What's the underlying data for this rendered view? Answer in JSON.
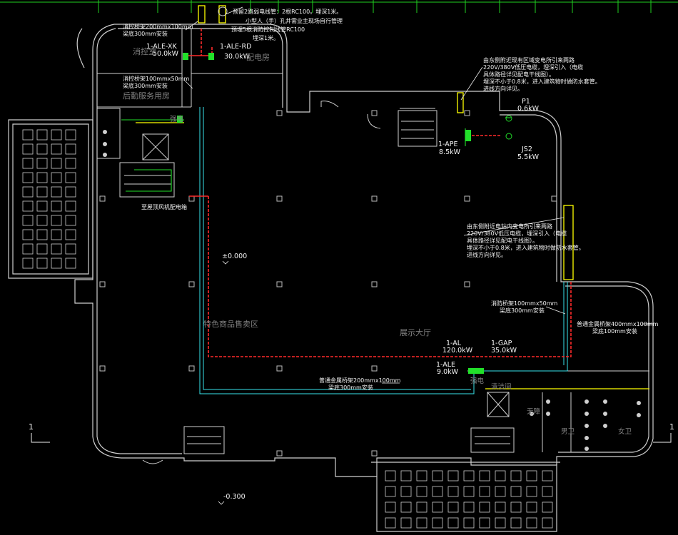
{
  "labels": {
    "cable_tray_top": "消控桥架200mmx100mm",
    "cable_tray_top_2": "梁底300mm安装",
    "panel_alexk": "1-ALE-XK",
    "panel_alexk_kw": "50.0kW",
    "panel_alerd": "1-ALE-RD",
    "panel_alerd_kw": "30.0kW",
    "top_note_1": "预留2路弱电线管：2根RC100。埋深1米。",
    "top_note_2": "小型人（手）孔井需业主现场自行管理",
    "top_note_3": "预埋5根消防控制线管RC100",
    "top_note_4": "埋深1米。",
    "cable_tray_mid": "消控桥架100mmx50mm",
    "cable_tray_mid_2": "梁底300mm安装",
    "room_logistics": "后勤服务用房",
    "room_control": "消控室",
    "room_dist": "配电房",
    "room_ele": "强电",
    "note_right_top_1": "由东侧附近现有区域变电所引来两路",
    "note_right_top_2": "220V/380V低压电缆，埋深引入（电缆",
    "note_right_top_3": "具体路径详见配电干线图）。",
    "note_right_top_4": "埋深不小于0.8米，进入建筑物时做防水套管。",
    "note_right_top_5": "进线方向详见。",
    "p1": "P1",
    "p1_kw": "0.6kW",
    "panel_ape": "1-APE",
    "panel_ape_kw": "8.5kW",
    "js2": "JS2",
    "js2_kw": "5.5kW",
    "note_right_mid_1": "由东侧附近电站内变电所引来两路",
    "note_right_mid_2": "220V/380V低压电缆，埋深引入（电缆",
    "note_right_mid_3": "具体路径详见配电干线图）。",
    "note_right_mid_4": "埋深不小于0.8米，进入建筑物时做防水套管。",
    "note_right_mid_5": "进线方向详见。",
    "elev_0": "±0.000",
    "elev_neg": "-0.300",
    "stair_note": "至屋顶风机配电箱",
    "area_sale": "特色商品售卖区",
    "area_hall": "展示大厅",
    "cable_tray_fire_r": "消防桥架100mmx50mm",
    "cable_tray_fire_r_2": "梁底300mm安装",
    "cable_tray_norm_r": "普通金属桥架400mmx100mm",
    "cable_tray_norm_r_2": "梁底100mm安装",
    "panel_al": "1-AL",
    "panel_al_kw": "120.0kW",
    "panel_gap": "1-GAP",
    "panel_gap_kw": "35.0kW",
    "panel_ale": "1-ALE",
    "panel_ale_kw": "9.0kW",
    "room_elec_bottom": "强电",
    "room_cleaning": "清洁间",
    "cable_tray_norm_b": "普通金属桥架200mmx100mm",
    "cable_tray_norm_b_2": "梁底300mm安装",
    "room_disabled": "无障",
    "room_men": "男卫",
    "room_women": "女卫",
    "section_1_left": "1",
    "section_1_right": "1"
  },
  "colors": {
    "wall": "#cfcfcf",
    "fire_route": "#ff2a2a",
    "cyan_tray": "#38e4ec",
    "green": "#22e02a",
    "yellow": "#ffff00",
    "grid": "#1fd11f",
    "room_text": "#7f7f7f"
  }
}
